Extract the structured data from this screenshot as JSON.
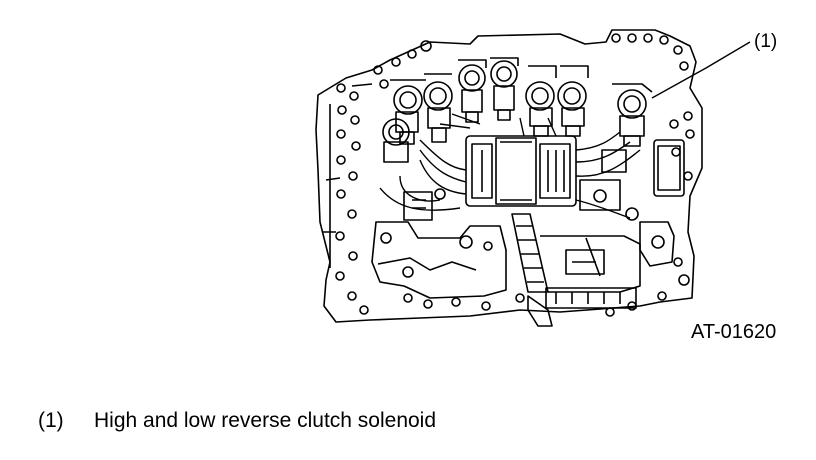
{
  "callouts": [
    {
      "label": "(1)"
    }
  ],
  "figure_code": "AT-01620",
  "legend": [
    {
      "number": "(1)",
      "text": "High and low reverse clutch solenoid"
    }
  ]
}
